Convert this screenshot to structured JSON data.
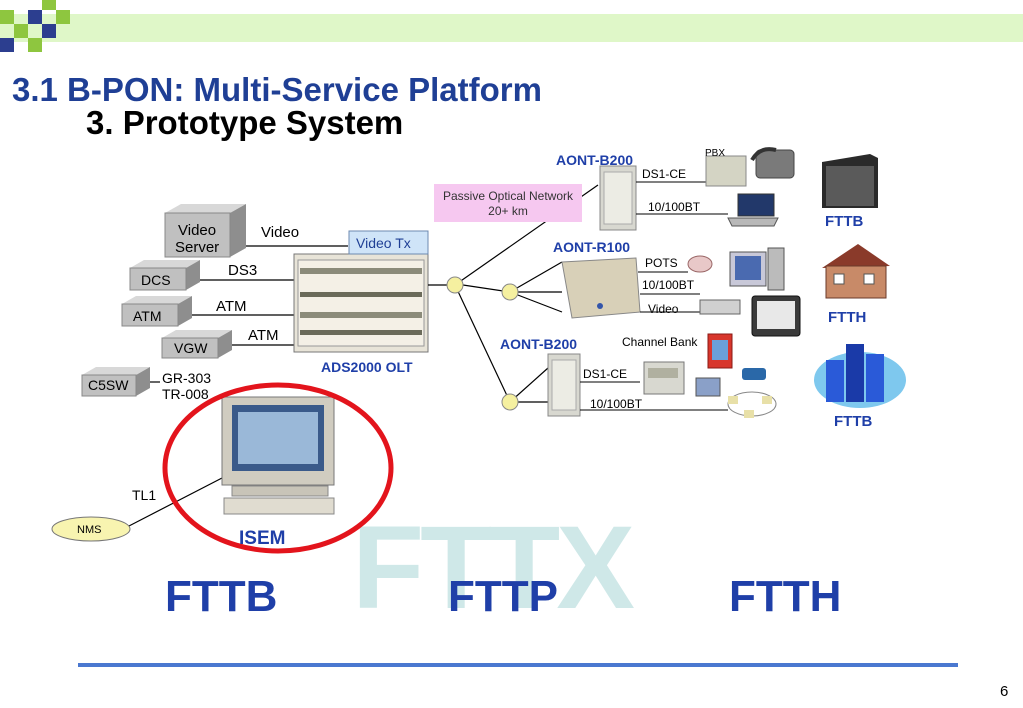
{
  "slide": {
    "title": "3.1 B-PON: Multi-Service Platform",
    "subtitle": "3. Prototype System",
    "page_number": "6"
  },
  "diagram": {
    "left_boxes": [
      "Video Server",
      "DCS",
      "ATM",
      "VGW",
      "C5SW"
    ],
    "link_labels": {
      "video": "Video",
      "ds3": "DS3",
      "atm1": "ATM",
      "atm2": "ATM",
      "gr303": "GR-303",
      "tr008": "TR-008",
      "tl1": "TL1"
    },
    "video_tx": "Video Tx",
    "olt": "ADS2000 OLT",
    "pon_label_1": "Passive Optical Network",
    "pon_label_2": "20+ km",
    "isem": "ISEM",
    "nms": "NMS",
    "aont_b200_top": "AONT-B200",
    "aont_r100": "AONT-R100",
    "aont_b200_bottom": "AONT-B200",
    "pbx": "PBX",
    "ds1ce_top": "DS1-CE",
    "eth_top": "10/100BT",
    "pots": "POTS",
    "eth_mid": "10/100BT",
    "video_mid": "Video",
    "channel_bank": "Channel Bank",
    "ds1ce_bottom": "DS1-CE",
    "eth_bottom": "10/100BT",
    "fttb_top": "FTTB",
    "ftth_mid": "FTTH",
    "fttb_bottom": "FTTB"
  },
  "bottom": {
    "word1": "FTTB",
    "word2": "FTTP",
    "word3": "FTTH",
    "watermark": "FTTX"
  },
  "colors": {
    "title_blue": "#1f3f95",
    "accent_blue": "#1f3fa8",
    "topbar_green": "#dff7c8",
    "ellipse_red": "#e3141c",
    "pon_box_pink": "#f6c8f0",
    "video_tx_blue": "#cfe4f8"
  }
}
